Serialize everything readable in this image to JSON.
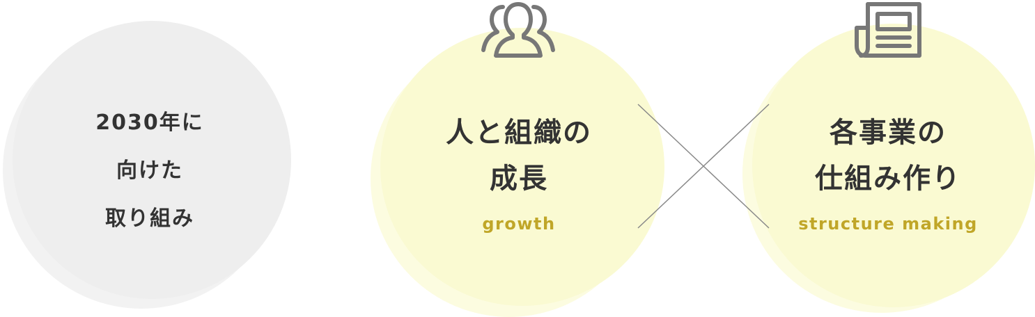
{
  "left_circle": {
    "lines": [
      "2030年に",
      "向けた",
      "取り組み"
    ]
  },
  "growth_card": {
    "icon": "people-icon",
    "title_lines": [
      "人と組織の",
      "成長"
    ],
    "subtitle": "growth"
  },
  "structure_card": {
    "icon": "newspaper-icon",
    "title_lines": [
      "各事業の",
      "仕組み作り"
    ],
    "subtitle": "structure making"
  },
  "colors": {
    "grey_circle": "#eeeeee",
    "yellow_circle": "#fafad2",
    "text": "#333333",
    "accent": "#c0a628",
    "icon": "#777777",
    "cross_line": "#888888"
  }
}
